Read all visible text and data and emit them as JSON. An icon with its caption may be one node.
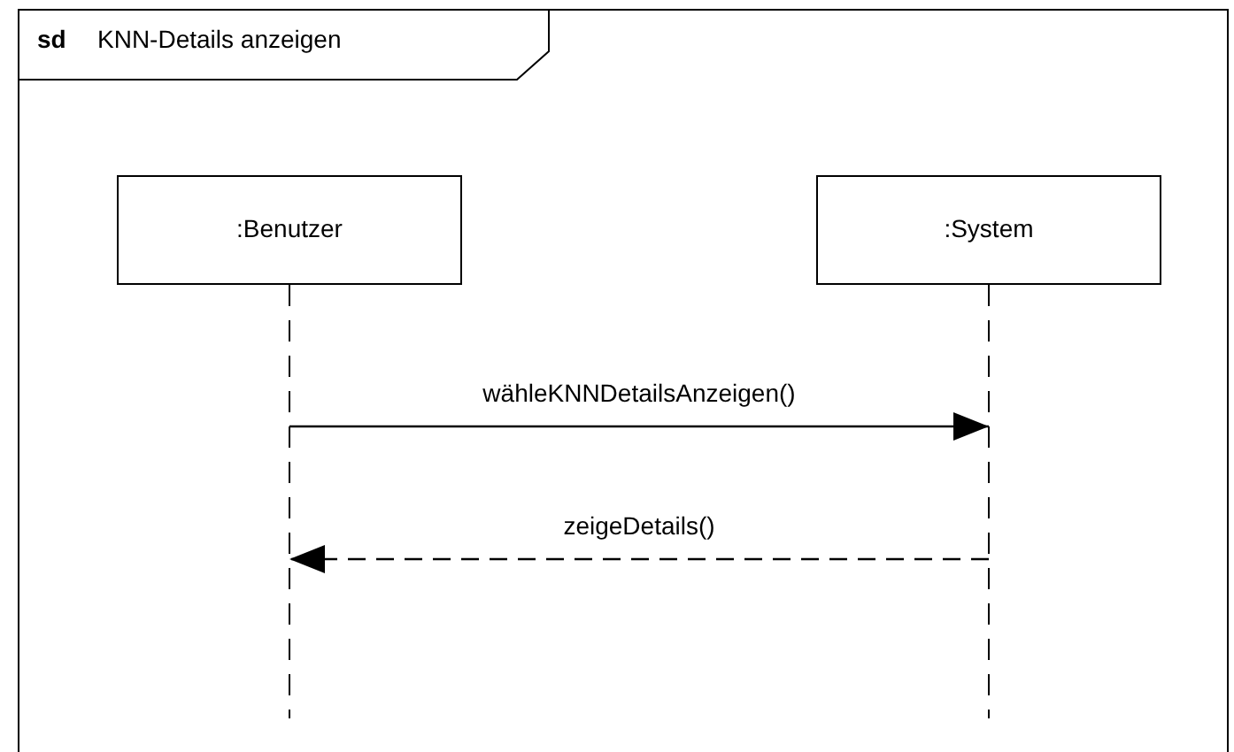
{
  "diagram": {
    "nodes": [
      {
        "text": [
          "sd",
          "KNN-Details anzeigen"
        ]
      },
      {
        "text": [
          ":Benutzer"
        ],
        "in": 0
      },
      {
        "text": [
          ":System"
        ],
        "in": 0
      }
    ],
    "edges": [
      {
        "from": 1,
        "to": 2,
        "arrow": "to",
        "label": "wähleKNNDetailsAnzeigen()"
      },
      {
        "from": 2,
        "to": 1,
        "arrow": "to",
        "label": "zeigeDetails()",
        "style": "dashed"
      }
    ]
  }
}
